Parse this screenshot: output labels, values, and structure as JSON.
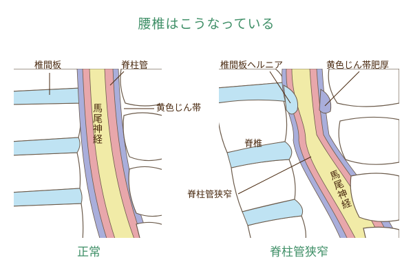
{
  "title": "腰椎はこうなっている",
  "colors": {
    "accent_green": "#3f8f67",
    "label_brown": "#4a2a10",
    "disc_blue": "#bfe3f3",
    "ligament_purple": "#a9aedb",
    "dura_pink": "#e8a7ab",
    "nerve_yellow": "#f1eba7",
    "bone_outline": "#6b5a4a"
  },
  "left_panel": {
    "caption": "正常",
    "labels": {
      "disc": "椎間板",
      "canal": "脊柱管",
      "ligament": "黄色じん帯",
      "nerve": "馬尾神経"
    }
  },
  "right_panel": {
    "caption": "脊柱管狭窄",
    "labels": {
      "herniation": "椎間板ヘルニア",
      "ligament_thick": "黄色じん帯肥厚",
      "vertebra": "脊椎",
      "stenosis": "脊柱管狭窄",
      "nerve": "馬尾神経"
    }
  }
}
